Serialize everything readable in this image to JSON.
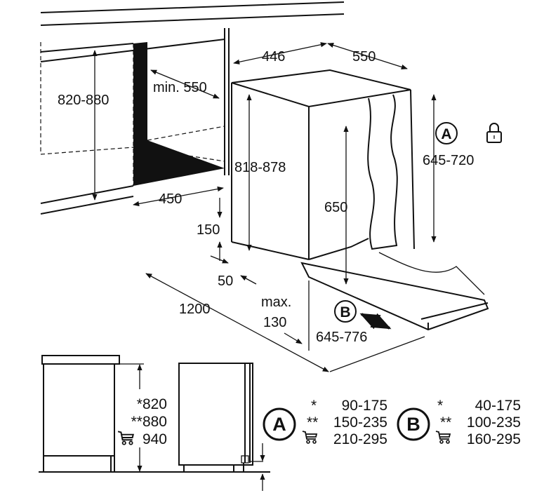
{
  "top_view": {
    "dims": {
      "niche_height": "820-880",
      "niche_depth_min": "min. 550",
      "niche_width": "450",
      "appliance_width": "446",
      "appliance_depth": "550",
      "appliance_height": "818-878",
      "door_height_range": "645-720",
      "door_height": "650",
      "plinth_height": "150",
      "plinth_depth": "50",
      "door_swing": "1200",
      "max_label": "max.",
      "max_value": "130",
      "door_offset": "645-776"
    },
    "markers": {
      "a": "A",
      "b": "B"
    },
    "icons": [
      "lock-icon",
      "double-arrow-icon"
    ]
  },
  "side_view": {
    "heights": [
      {
        "prefix": "*",
        "value": "820"
      },
      {
        "prefix": "**",
        "value": "880"
      },
      {
        "prefix": "cart-icon",
        "value": "940"
      }
    ]
  },
  "legend": {
    "a": {
      "label": "A",
      "rows": [
        {
          "prefix": "*",
          "value": "90-175"
        },
        {
          "prefix": "**",
          "value": "150-235"
        },
        {
          "prefix": "cart-icon",
          "value": "210-295"
        }
      ]
    },
    "b": {
      "label": "B",
      "rows": [
        {
          "prefix": "*",
          "value": "40-175"
        },
        {
          "prefix": "**",
          "value": "100-235"
        },
        {
          "prefix": "cart-icon",
          "value": "160-295"
        }
      ]
    }
  },
  "colors": {
    "ink": "#111111",
    "background": "#ffffff"
  }
}
